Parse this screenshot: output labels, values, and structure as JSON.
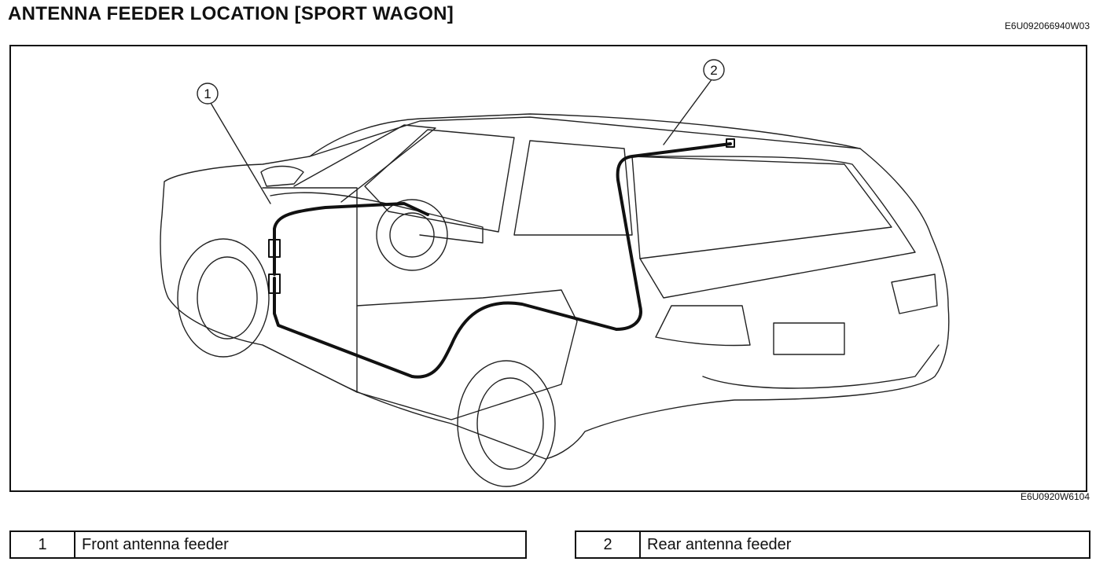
{
  "header": {
    "title": "ANTENNA FEEDER LOCATION [SPORT WAGON]",
    "doc_code": "E6U092066940W03"
  },
  "figure": {
    "code": "E6U0920W6104",
    "callouts": [
      "1",
      "2"
    ]
  },
  "legend": [
    {
      "num": "1",
      "label": "Front antenna feeder"
    },
    {
      "num": "2",
      "label": "Rear antenna feeder"
    }
  ]
}
